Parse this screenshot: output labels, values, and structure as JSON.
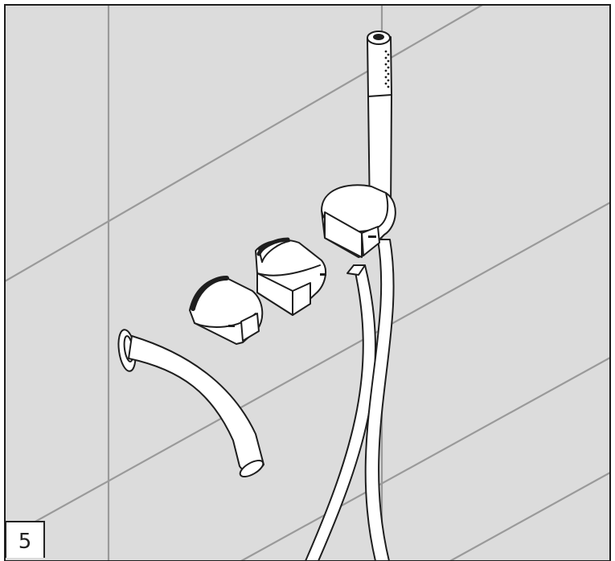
{
  "step": {
    "number": "5"
  },
  "colors": {
    "wall": "#dcdcdc",
    "grout": "#9a9a9a",
    "outline": "#1e1e1e",
    "fixture": "#ffffff"
  },
  "components": {
    "spout": "wall-spout",
    "mixer_left": "mixer-knob-left",
    "mixer_right": "mixer-knob-right",
    "shower_holder": "hand-shower-holder-outlet",
    "hand_shower": "hand-shower",
    "hose": "shower-hose"
  }
}
